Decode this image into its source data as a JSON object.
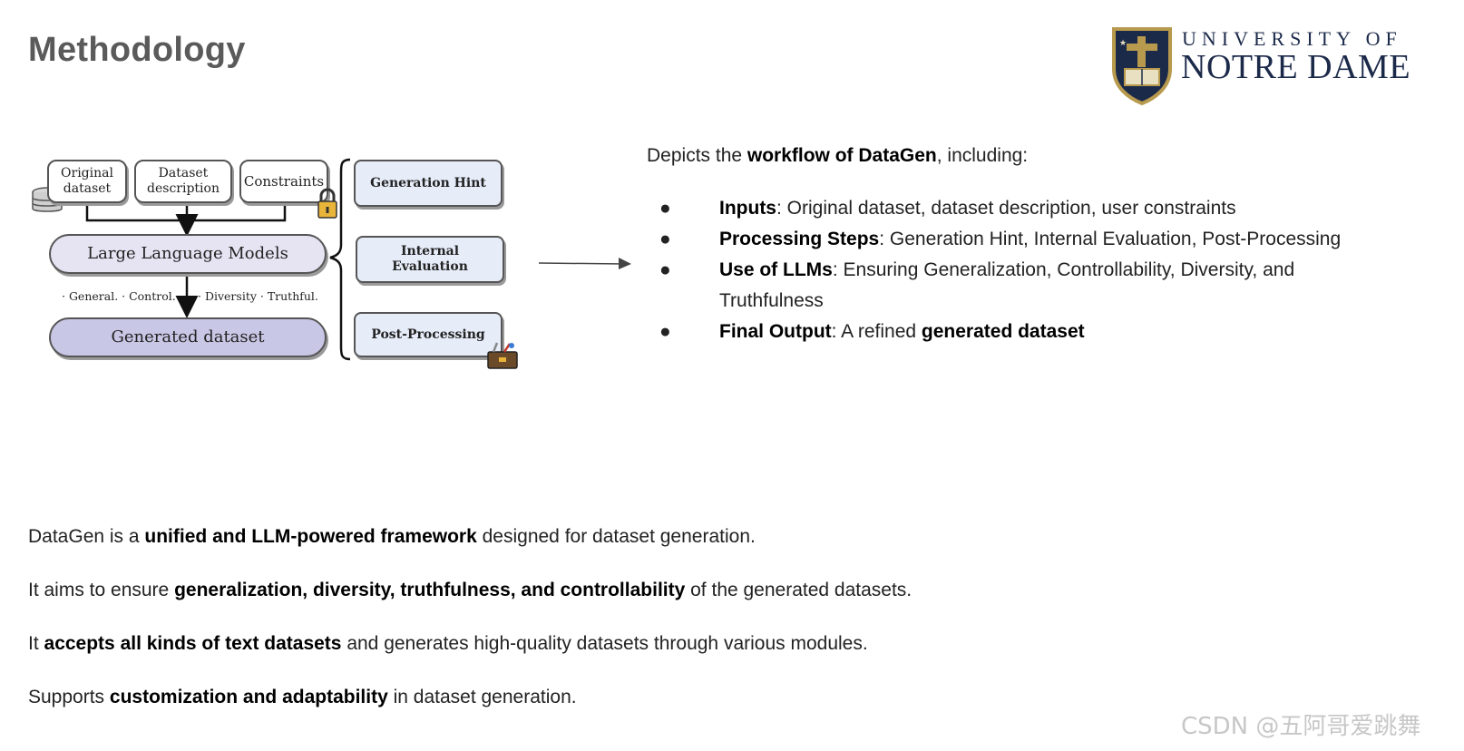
{
  "title": "Methodology",
  "logo": {
    "line1": "UNIVERSITY OF",
    "line2": "NOTRE DAME",
    "colors": {
      "navy": "#1c2a4a",
      "gold": "#b89a4e"
    }
  },
  "diagram": {
    "inputs": {
      "original": "Original dataset",
      "description": "Dataset description",
      "constraints": "Constraints"
    },
    "llm": "Large Language Models",
    "left_labels": "· General. · Control.",
    "right_labels": "· Diversity · Truthful.",
    "generated": "Generated dataset",
    "modules": {
      "hint": "Generation Hint",
      "eval_line1": "Internal",
      "eval_line2": "Evaluation",
      "post": "Post-Processing"
    },
    "icons": [
      "database-icon",
      "lock-icon",
      "toolbox-icon"
    ]
  },
  "right": {
    "intro_pre": "Depicts the ",
    "intro_bold": "workflow of DataGen",
    "intro_post": ", including:",
    "bullets": [
      {
        "bold": "Inputs",
        "text": ": Original dataset, dataset description, user constraints"
      },
      {
        "bold": "Processing Steps",
        "text": ": Generation Hint, Internal Evaluation, Post-Processing"
      },
      {
        "bold": "Use of LLMs",
        "text": ": Ensuring Generalization, Controllability, Diversity, and Truthfulness"
      },
      {
        "bold": "Final Output",
        "text": ": A refined ",
        "bold2": "generated dataset"
      }
    ],
    "bullet_char": "●"
  },
  "paragraphs": [
    {
      "pre": "DataGen is a ",
      "bold": "unified and LLM-powered framework",
      "post": " designed for dataset generation."
    },
    {
      "pre": "It aims to ensure ",
      "bold": "generalization, diversity, truthfulness, and controllability",
      "post": " of the generated datasets."
    },
    {
      "pre": "It ",
      "bold": "accepts all kinds of text datasets",
      "post": " and generates high-quality datasets through various modules."
    },
    {
      "pre": "Supports ",
      "bold": "customization and adaptability",
      "post": " in dataset generation."
    }
  ],
  "watermark": "CSDN @五阿哥爱跳舞"
}
